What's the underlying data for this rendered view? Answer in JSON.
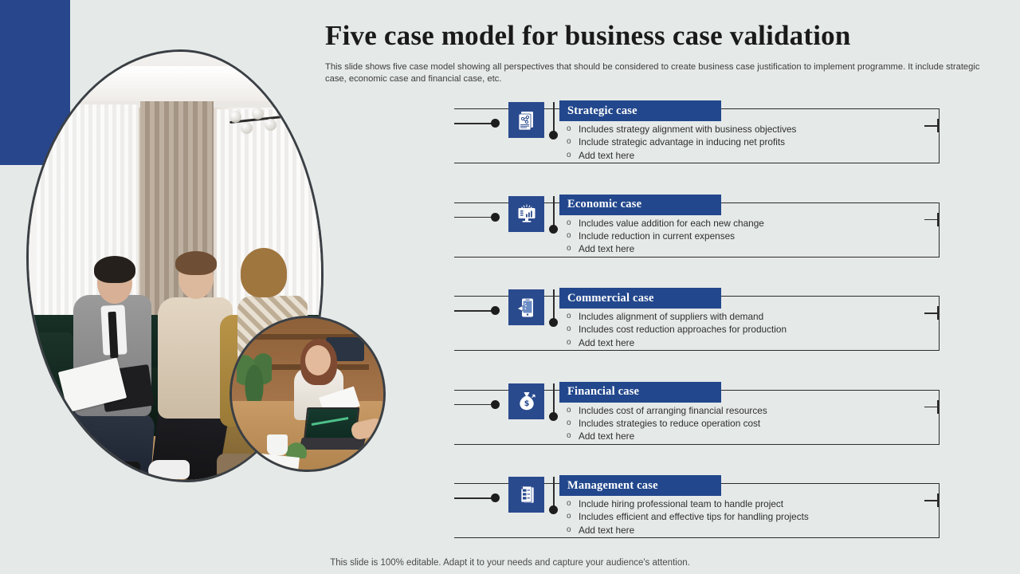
{
  "slide": {
    "background_color": "#e5e9e8",
    "accent_color": "#27468c",
    "header_bar_color": "#22478c",
    "title": "Five case model for business case validation",
    "subtitle": "This slide shows five case model showing all perspectives that should be considered to create business case justification to implement programme. It include strategic case, economic case and financial case, etc.",
    "footer": "This slide is 100% editable. Adapt it to your needs and capture your audience's attention."
  },
  "images": {
    "main_photo_alt": "Three people seated on a dark green sofa in a living room reviewing documents",
    "inset_photo_alt": "Woman at a wooden desk with laptop reviewing papers with a colleague"
  },
  "cases": [
    {
      "title": "Strategic case",
      "icon": "strategy-document-icon",
      "bullets": [
        "Includes strategy alignment with business objectives",
        "Include strategic advantage  in inducing net profits",
        "Add text here"
      ]
    },
    {
      "title": "Economic case",
      "icon": "monitor-analytics-icon",
      "bullets": [
        "Includes value addition for each new change",
        "Include reduction in current expenses",
        "Add text here"
      ]
    },
    {
      "title": "Commercial case",
      "icon": "mobile-megaphone-icon",
      "bullets": [
        "Includes alignment of suppliers with demand",
        "Includes cost reduction approaches for production",
        "Add text here"
      ]
    },
    {
      "title": "Financial case",
      "icon": "money-bag-icon",
      "bullets": [
        "Includes cost of arranging financial  resources",
        "Includes strategies to reduce operation cost",
        "Add text here"
      ]
    },
    {
      "title": "Management case",
      "icon": "checklist-document-icon",
      "bullets": [
        "Include hiring professional  team to handle  project",
        "Includes efficient and effective  tips for handling  projects",
        "Add text here"
      ]
    }
  ]
}
